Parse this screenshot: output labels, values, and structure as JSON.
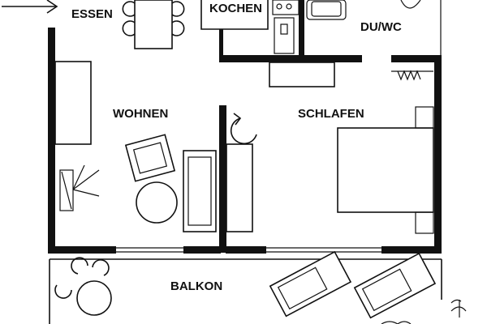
{
  "plan": {
    "rooms": {
      "essen": "ESSEN",
      "kochen": "KOCHEN",
      "du_wc": "DU/WC",
      "wohnen": "WOHNEN",
      "schlafen": "SCHLAFEN",
      "balkon": "BALKON"
    },
    "colors": {
      "ink": "#111111",
      "paper": "#ffffff"
    }
  }
}
